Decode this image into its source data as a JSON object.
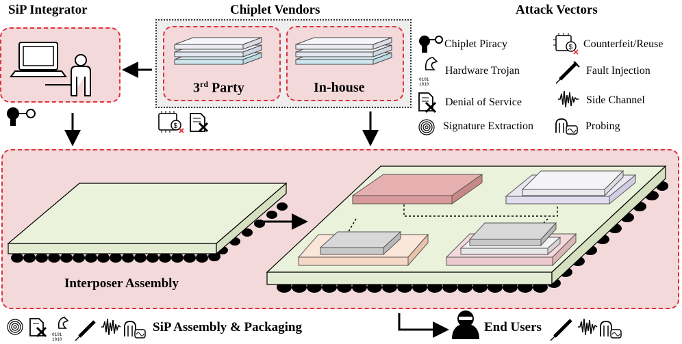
{
  "headers": {
    "integrator": "SiP Integrator",
    "vendors": "Chiplet Vendors",
    "attack": "Attack Vectors"
  },
  "vendors": {
    "third_party_main": "3",
    "third_party_sup": "rd",
    "third_party_rest": " Party",
    "in_house": "In-house"
  },
  "attack_vectors": [
    {
      "label": "Chiplet Piracy",
      "icon": "key-icon"
    },
    {
      "label": "Counterfeit/Reuse",
      "icon": "counterfeit-chip-icon"
    },
    {
      "label": "Hardware Trojan",
      "icon": "trojan-icon"
    },
    {
      "label": "Fault Injection",
      "icon": "syringe-icon"
    },
    {
      "label": "Denial of Service",
      "icon": "denial-doc-icon"
    },
    {
      "label": "Side Channel",
      "icon": "waveform-icon"
    },
    {
      "label": "Signature Extraction",
      "icon": "fingerprint-icon"
    },
    {
      "label": "Probing",
      "icon": "probe-icon"
    }
  ],
  "assembly": {
    "interposer_label": "Interposer Assembly",
    "packaging_label": "SiP Assembly & Packaging",
    "end_users_label": "End Users"
  },
  "colors": {
    "dash_red": "#e0303a",
    "pink_bg": "#f3d9da",
    "interposer_top": "#eaf2dc",
    "vendor_bg": "#eeeeee"
  }
}
